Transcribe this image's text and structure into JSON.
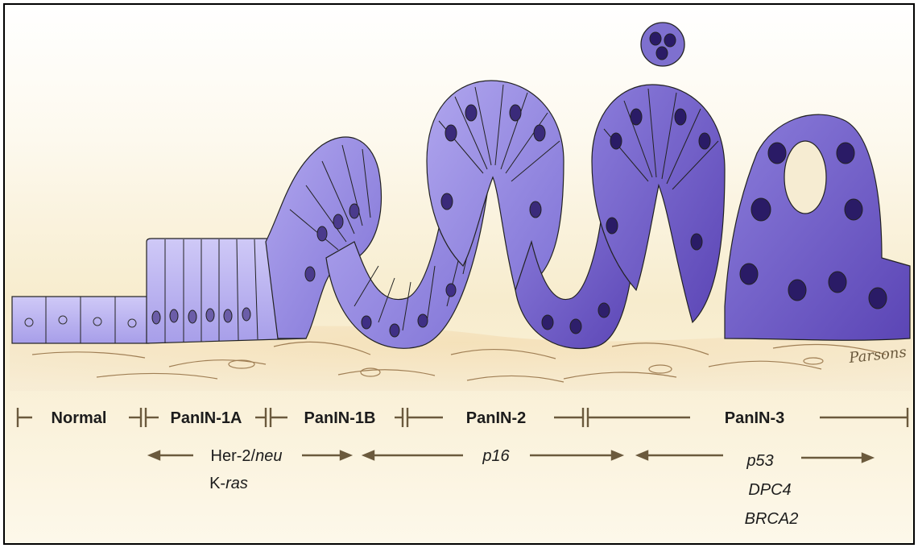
{
  "stages": {
    "normal": "Normal",
    "panin_1a": "PanIN-1A",
    "panin_1b": "PanIN-1B",
    "panin_2": "PanIN-2",
    "panin_3": "PanIN-3"
  },
  "genes": {
    "her2_prefix": "Her-2/",
    "her2_suffix": "neu",
    "kras_prefix": "K-",
    "kras_suffix": "ras",
    "p16": "p16",
    "p53": "p53",
    "dpc4": "DPC4",
    "brca2": "BRCA2"
  },
  "signature": "Parsons",
  "colors": {
    "cell_light": "#b7b0f0",
    "cell_mid": "#8f82de",
    "cell_dark": "#5d47b8",
    "nucleus": "#3b2c6e",
    "stroma": "#f3e3c4",
    "stroma_line": "#a07f55",
    "marker": "#6b5a3d",
    "frame": "#000000"
  }
}
